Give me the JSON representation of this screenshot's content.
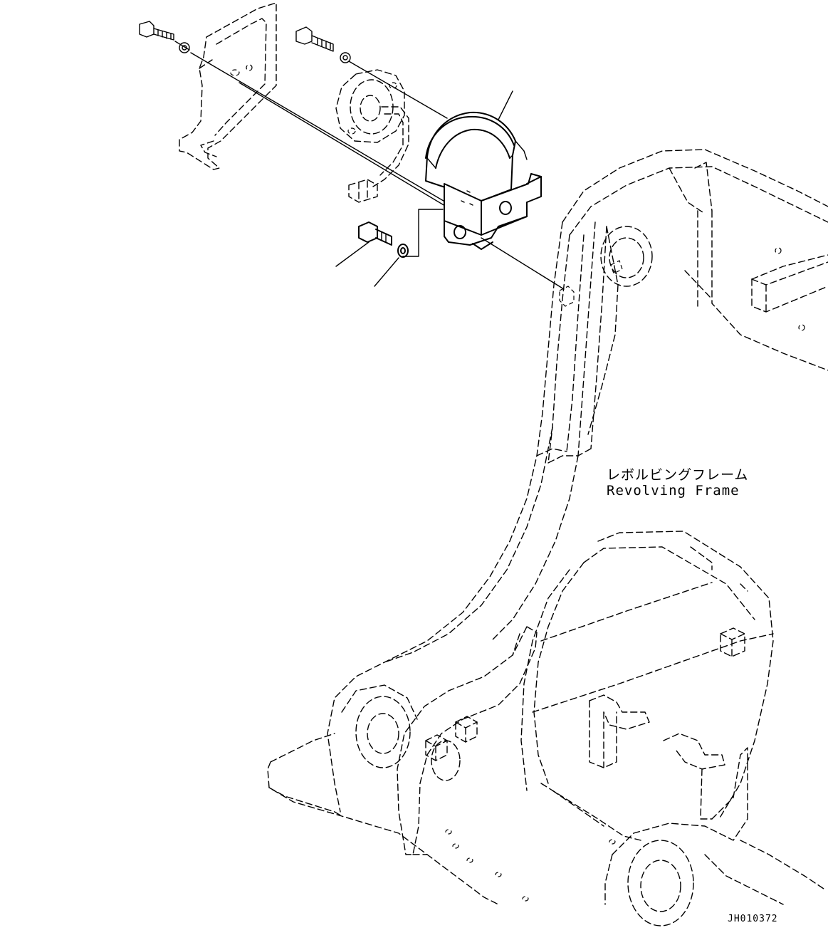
{
  "labels": {
    "frame_ja": "レボルビングフレーム",
    "frame_en": "Revolving Frame",
    "drawing_id": "JH010372"
  },
  "icons": {
    "bolt": "bolt-icon",
    "washer": "washer-icon",
    "connector": "connector-icon"
  }
}
